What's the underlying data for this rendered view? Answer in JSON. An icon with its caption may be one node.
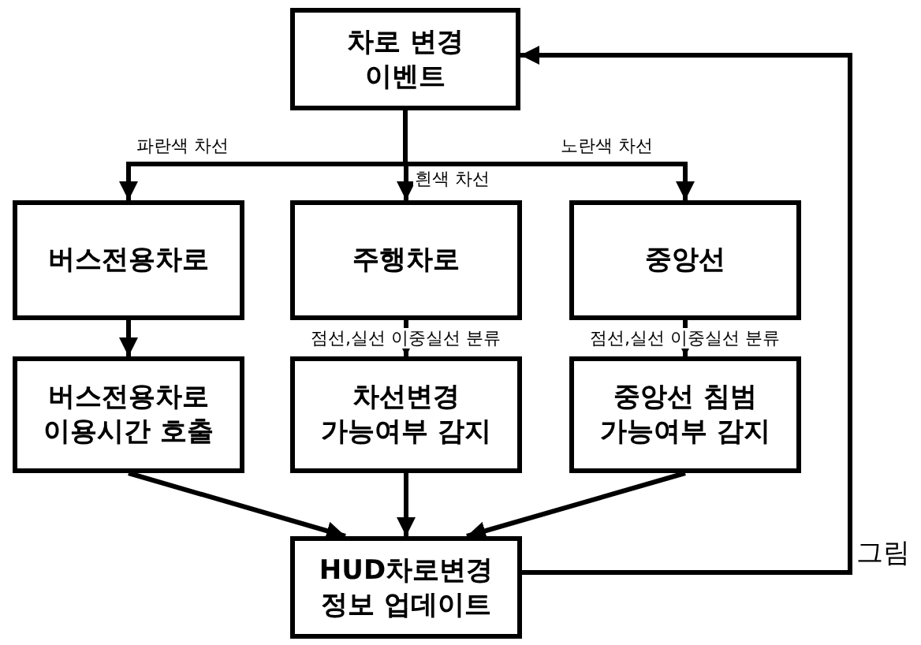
{
  "diagram": {
    "nodes": [
      {
        "text": [
          "차로 변경 이벤트"
        ]
      },
      {
        "text": [
          "버스전용차로"
        ]
      },
      {
        "text": [
          "주행차로"
        ]
      },
      {
        "text": [
          "중앙선"
        ]
      },
      {
        "text": [
          "버스전용차로 이용시간 호출"
        ]
      },
      {
        "text": [
          "차선변경 가능여부 감지"
        ]
      },
      {
        "text": [
          "중앙선 침범 가능여부 감지"
        ]
      },
      {
        "text": [
          "HUD차로변경 정보 업데이트"
        ]
      }
    ],
    "edges": [
      {
        "from": 0,
        "to": 1,
        "arrow": "to",
        "label": "파란색 차선"
      },
      {
        "from": 0,
        "to": 2,
        "arrow": "to",
        "label": "흰색 차선"
      },
      {
        "from": 0,
        "to": 3,
        "arrow": "to",
        "label": "노란색 차선"
      },
      {
        "from": 1,
        "to": 4,
        "arrow": "to"
      },
      {
        "from": 2,
        "to": 5,
        "arrow": "to",
        "label": "점선,실선 이중실선 분류"
      },
      {
        "from": 3,
        "to": 6,
        "arrow": "to",
        "label": "점선,실선 이중실선 분류"
      },
      {
        "from": 4,
        "to": 7,
        "arrow": "to"
      },
      {
        "from": 5,
        "to": 7,
        "arrow": "to"
      },
      {
        "from": 6,
        "to": 7,
        "arrow": "to"
      },
      {
        "from": 7,
        "to": 0,
        "arrow": "to"
      }
    ],
    "labels": [
      "그림"
    ]
  }
}
